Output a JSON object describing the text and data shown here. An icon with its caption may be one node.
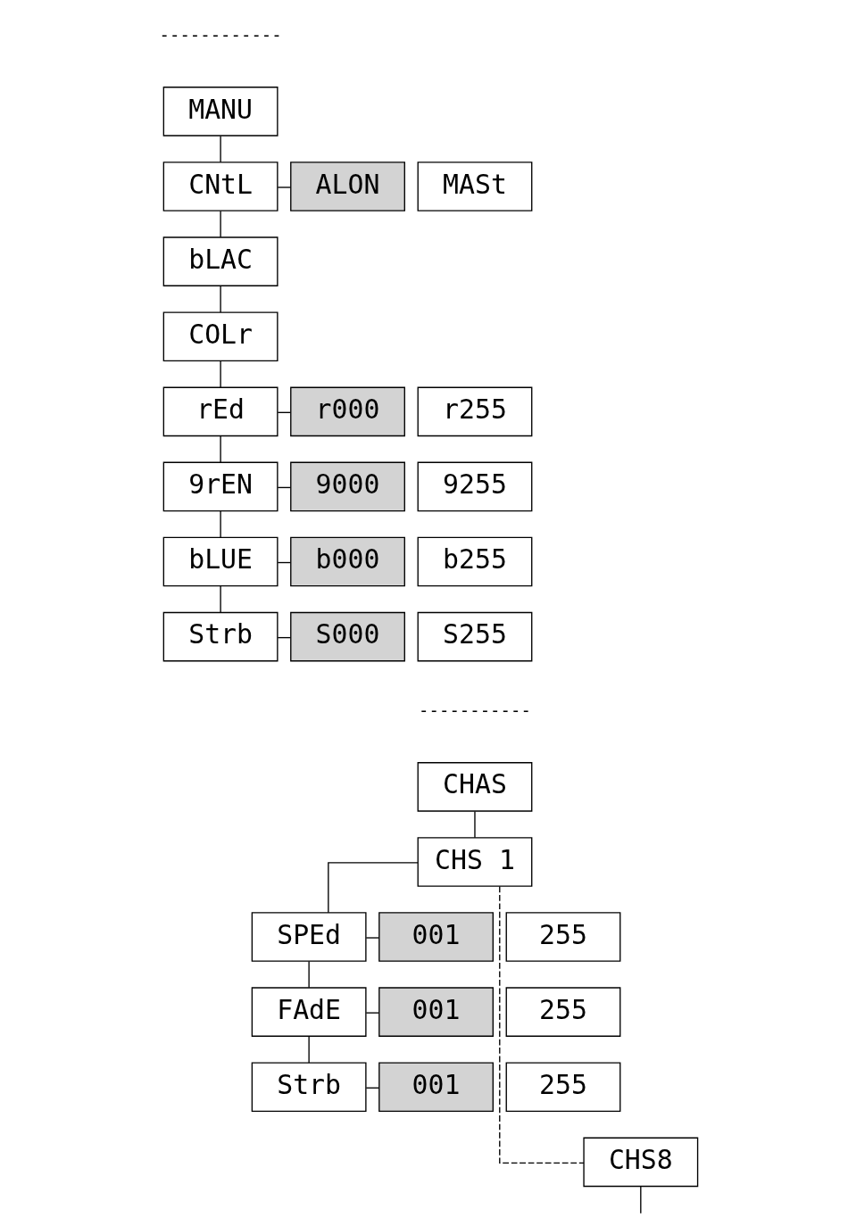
{
  "diagram": {
    "nodes": [
      {
        "text": [
          "MANU"
        ]
      },
      {
        "text": [
          "CNtL"
        ]
      },
      {
        "text": [
          "ALON"
        ]
      },
      {
        "text": [
          "MASt"
        ]
      },
      {
        "text": [
          "bLAC"
        ]
      },
      {
        "text": [
          "COLr"
        ]
      },
      {
        "text": [
          "rEd"
        ]
      },
      {
        "text": [
          "r000"
        ]
      },
      {
        "text": [
          "r255"
        ]
      },
      {
        "text": [
          "9rEN"
        ]
      },
      {
        "text": [
          "9000"
        ]
      },
      {
        "text": [
          "9255"
        ]
      },
      {
        "text": [
          "bLUE"
        ]
      },
      {
        "text": [
          "b000"
        ]
      },
      {
        "text": [
          "b255"
        ]
      },
      {
        "text": [
          "Strb"
        ]
      },
      {
        "text": [
          "S000"
        ]
      },
      {
        "text": [
          "S255"
        ]
      },
      {
        "text": [
          "CHAS"
        ]
      },
      {
        "text": [
          "CHS 1"
        ]
      },
      {
        "text": [
          "SPEd"
        ]
      },
      {
        "text": [
          "001"
        ]
      },
      {
        "text": [
          "255"
        ]
      },
      {
        "text": [
          "FAdE"
        ]
      },
      {
        "text": [
          "001"
        ]
      },
      {
        "text": [
          "255"
        ]
      },
      {
        "text": [
          "Strb"
        ]
      },
      {
        "text": [
          "001"
        ]
      },
      {
        "text": [
          "255"
        ]
      },
      {
        "text": [
          "CHS8"
        ]
      }
    ],
    "edges": [
      {
        "from": 0,
        "to": 1,
        "arrow": "none"
      },
      {
        "from": 1,
        "to": 2,
        "arrow": "none"
      },
      {
        "from": 1,
        "to": 4,
        "arrow": "none"
      },
      {
        "from": 4,
        "to": 5,
        "arrow": "none"
      },
      {
        "from": 5,
        "to": 6,
        "arrow": "none"
      },
      {
        "from": 6,
        "to": 7,
        "arrow": "none"
      },
      {
        "from": 6,
        "to": 9,
        "arrow": "none"
      },
      {
        "from": 9,
        "to": 10,
        "arrow": "none"
      },
      {
        "from": 9,
        "to": 12,
        "arrow": "none"
      },
      {
        "from": 12,
        "to": 13,
        "arrow": "none"
      },
      {
        "from": 12,
        "to": 15,
        "arrow": "none"
      },
      {
        "from": 15,
        "to": 16,
        "arrow": "none"
      },
      {
        "from": 18,
        "to": 19,
        "arrow": "none"
      },
      {
        "from": 19,
        "to": 20,
        "arrow": "none"
      },
      {
        "from": 20,
        "to": 21,
        "arrow": "none"
      },
      {
        "from": 20,
        "to": 23,
        "arrow": "none"
      },
      {
        "from": 23,
        "to": 24,
        "arrow": "none"
      },
      {
        "from": 23,
        "to": 26,
        "arrow": "none"
      },
      {
        "from": 26,
        "to": 27,
        "arrow": "none"
      },
      {
        "from": 19,
        "to": 29,
        "arrow": "none",
        "style": "dashed"
      },
      {
        "from": 29,
        "to": null,
        "arrow": "none"
      }
    ],
    "labels": [
      "------------",
      "-----------"
    ]
  }
}
